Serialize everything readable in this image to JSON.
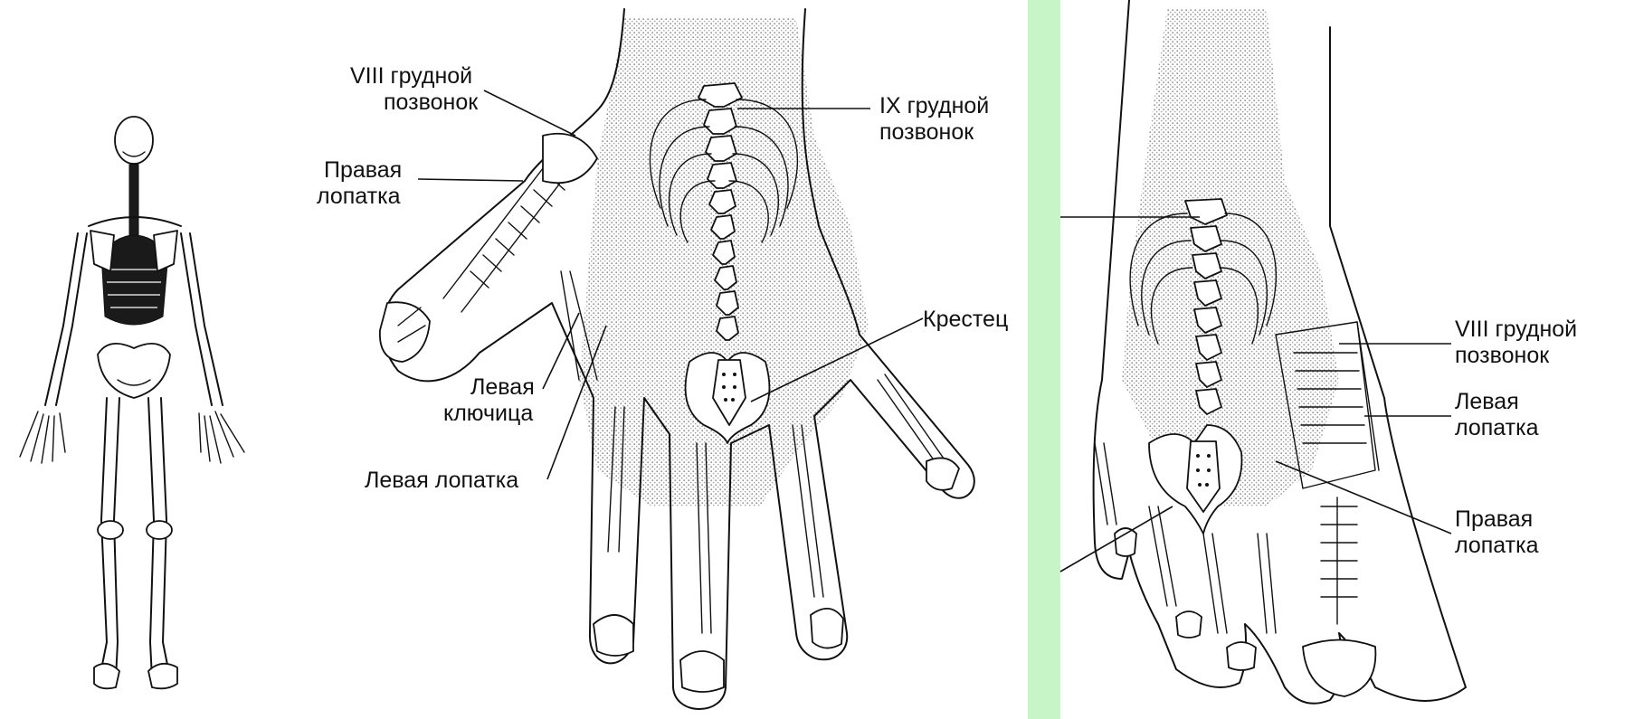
{
  "colors": {
    "background": "#c8f5c8",
    "panel": "#ffffff",
    "ink": "#111111",
    "stipple": "#9a9a9a"
  },
  "hand_labels": {
    "viii_thoracic": [
      "VIII грудной",
      "позвонок"
    ],
    "ix_thoracic": [
      "IX грудной",
      "позвонок"
    ],
    "right_scapula": [
      "Правая",
      "лопатка"
    ],
    "left_clavicle": [
      "Левая",
      "ключица"
    ],
    "left_scapula": "Левая лопатка",
    "sacrum": "Крестец"
  },
  "foot_labels": {
    "viii_thoracic": [
      "VIII грудной",
      "позвонок"
    ],
    "left_scapula": [
      "Левая",
      "лопатка"
    ],
    "right_scapula": [
      "Правая",
      "лопатка"
    ]
  }
}
